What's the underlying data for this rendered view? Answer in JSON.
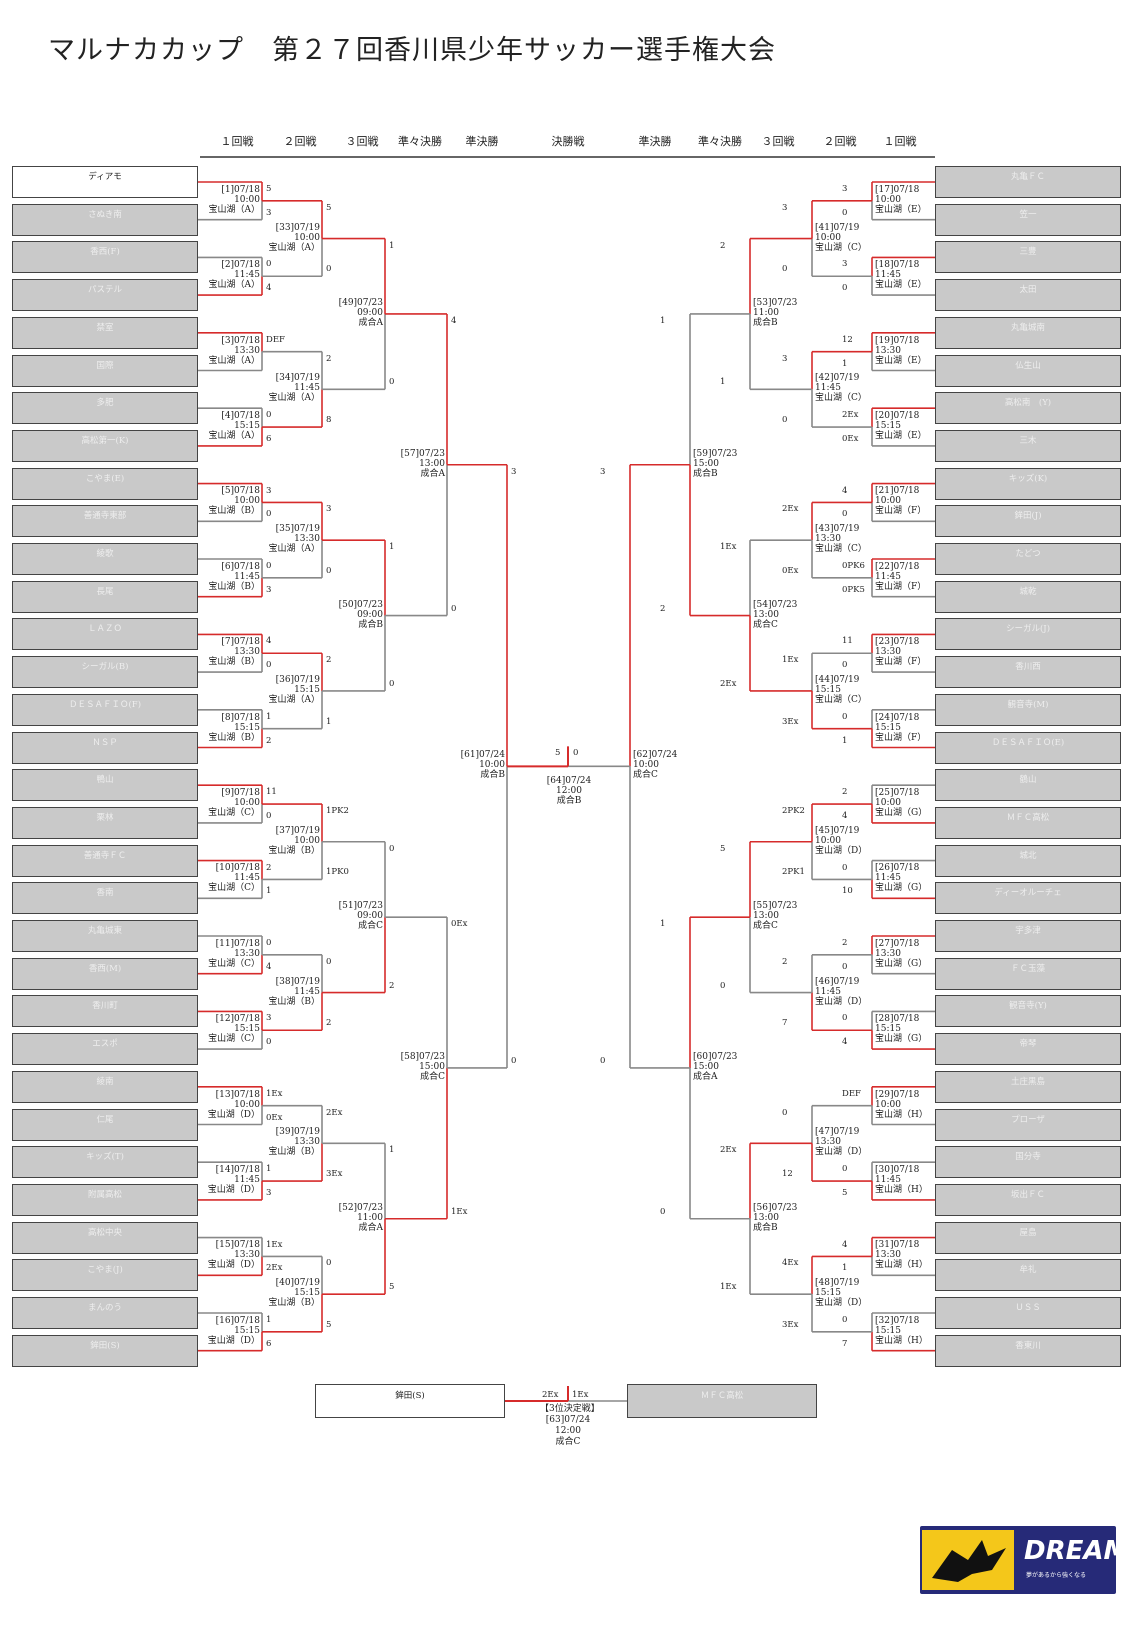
{
  "title": "マルナカカップ　第２７回香川県少年サッカー選手権大会",
  "rounds_left": [
    "１回戦",
    "２回戦",
    "３回戦",
    "準々決勝",
    "準決勝"
  ],
  "round_final": "決勝戦",
  "rounds_right": [
    "準決勝",
    "準々決勝",
    "３回戦",
    "２回戦",
    "１回戦"
  ],
  "teams_left": [
    {
      "name": "ディアモ",
      "win": true
    },
    {
      "name": "さぬき南",
      "win": false
    },
    {
      "name": "香西(F)",
      "win": false
    },
    {
      "name": "パステル",
      "win": false
    },
    {
      "name": "禁室",
      "win": false
    },
    {
      "name": "国際",
      "win": false
    },
    {
      "name": "多肥",
      "win": false
    },
    {
      "name": "高松第一(K)",
      "win": false
    },
    {
      "name": "こやま(E)",
      "win": false
    },
    {
      "name": "善通寺東部",
      "win": false
    },
    {
      "name": "綾歌",
      "win": false
    },
    {
      "name": "長尾",
      "win": false
    },
    {
      "name": "ＬＡＺＯ",
      "win": false
    },
    {
      "name": "シーガル(B)",
      "win": false
    },
    {
      "name": "ＤＥＳＡＦＩＯ(F)",
      "win": false
    },
    {
      "name": "ＮＳＰ",
      "win": false
    },
    {
      "name": "鴨山",
      "win": false
    },
    {
      "name": "栗林",
      "win": false
    },
    {
      "name": "善通寺ＦＣ",
      "win": false
    },
    {
      "name": "香南",
      "win": false
    },
    {
      "name": "丸亀城東",
      "win": false
    },
    {
      "name": "香西(M)",
      "win": false
    },
    {
      "name": "香川町",
      "win": false
    },
    {
      "name": "エスポ",
      "win": false
    },
    {
      "name": "綾南",
      "win": false
    },
    {
      "name": "仁尾",
      "win": false
    },
    {
      "name": "キッズ(T)",
      "win": false
    },
    {
      "name": "附属高松",
      "win": false
    },
    {
      "name": "高松中央",
      "win": false
    },
    {
      "name": "こやま(J)",
      "win": false
    },
    {
      "name": "まんのう",
      "win": false
    },
    {
      "name": "鉾田(S)",
      "win": false
    }
  ],
  "teams_right": [
    {
      "name": "丸亀ＦＣ",
      "win": false
    },
    {
      "name": "笠一",
      "win": false
    },
    {
      "name": "三豊",
      "win": false
    },
    {
      "name": "太田",
      "win": false
    },
    {
      "name": "丸亀城南",
      "win": false
    },
    {
      "name": "仏生山",
      "win": false
    },
    {
      "name": "高松南　(Y)",
      "win": false
    },
    {
      "name": "三木",
      "win": false
    },
    {
      "name": "キッズ(K)",
      "win": false
    },
    {
      "name": "鉾田(J)",
      "win": false
    },
    {
      "name": "たどつ",
      "win": false
    },
    {
      "name": "城乾",
      "win": false
    },
    {
      "name": "シーガル(J)",
      "win": false
    },
    {
      "name": "香川西",
      "win": false
    },
    {
      "name": "観音寺(M)",
      "win": false
    },
    {
      "name": "ＤＥＳＡＦＩＯ(E)",
      "win": false
    },
    {
      "name": "鶴山",
      "win": false
    },
    {
      "name": "ＭＦＣ高松",
      "win": false
    },
    {
      "name": "城北",
      "win": false
    },
    {
      "name": "ディーオルーチェ",
      "win": false
    },
    {
      "name": "宇多津",
      "win": false
    },
    {
      "name": "ＦＣ玉藻",
      "win": false
    },
    {
      "name": "観音寺(Y)",
      "win": false
    },
    {
      "name": "帝琴",
      "win": false
    },
    {
      "name": "土庄黒島",
      "win": false
    },
    {
      "name": "プローザ",
      "win": false
    },
    {
      "name": "国分寺",
      "win": false
    },
    {
      "name": "坂出ＦＣ",
      "win": false
    },
    {
      "name": "屋島",
      "win": false
    },
    {
      "name": "牟礼",
      "win": false
    },
    {
      "name": "ＵＳＳ",
      "win": false
    },
    {
      "name": "香東川",
      "win": false
    }
  ],
  "r1_left": [
    {
      "label": "[1]07/18\n10:00\n宝山湖（A）",
      "s1": "5",
      "s2": "3"
    },
    {
      "label": "[2]07/18\n11:45\n宝山湖（A）",
      "s1": "0",
      "s2": "4"
    },
    {
      "label": "[3]07/18\n13:30\n宝山湖（A）",
      "s1": "DEF",
      "s2": ""
    },
    {
      "label": "[4]07/18\n15:15\n宝山湖（A）",
      "s1": "0",
      "s2": "6"
    },
    {
      "label": "[5]07/18\n10:00\n宝山湖（B）",
      "s1": "3",
      "s2": "0"
    },
    {
      "label": "[6]07/18\n11:45\n宝山湖（B）",
      "s1": "0",
      "s2": "3"
    },
    {
      "label": "[7]07/18\n13:30\n宝山湖（B）",
      "s1": "4",
      "s2": "0"
    },
    {
      "label": "[8]07/18\n15:15\n宝山湖（B）",
      "s1": "1",
      "s2": "2"
    },
    {
      "label": "[9]07/18\n10:00\n宝山湖（C）",
      "s1": "11",
      "s2": "0"
    },
    {
      "label": "[10]07/18\n11:45\n宝山湖（C）",
      "s1": "2",
      "s2": "1"
    },
    {
      "label": "[11]07/18\n13:30\n宝山湖（C）",
      "s1": "0",
      "s2": "4"
    },
    {
      "label": "[12]07/18\n15:15\n宝山湖（C）",
      "s1": "3",
      "s2": "0"
    },
    {
      "label": "[13]07/18\n10:00\n宝山湖（D）",
      "s1": "1Ex",
      "s2": "0Ex"
    },
    {
      "label": "[14]07/18\n11:45\n宝山湖（D）",
      "s1": "1",
      "s2": "3"
    },
    {
      "label": "[15]07/18\n13:30\n宝山湖（D）",
      "s1": "1Ex",
      "s2": "2Ex"
    },
    {
      "label": "[16]07/18\n15:15\n宝山湖（D）",
      "s1": "1",
      "s2": "6"
    }
  ],
  "r2_left": [
    {
      "label": "[33]07/19\n10:00\n宝山湖（A）",
      "s1": "5",
      "s2": "0"
    },
    {
      "label": "[34]07/19\n11:45\n宝山湖（A）",
      "s1": "2",
      "s2": "8"
    },
    {
      "label": "[35]07/19\n13:30\n宝山湖（A）",
      "s1": "3",
      "s2": "0"
    },
    {
      "label": "[36]07/19\n15:15\n宝山湖（A）",
      "s1": "2",
      "s2": "1"
    },
    {
      "label": "[37]07/19\n10:00\n宝山湖（B）",
      "s1": "1PK2",
      "s2": "1PK0"
    },
    {
      "label": "[38]07/19\n11:45\n宝山湖（B）",
      "s1": "0",
      "s2": "2"
    },
    {
      "label": "[39]07/19\n13:30\n宝山湖（B）",
      "s1": "2Ex",
      "s2": "3Ex"
    },
    {
      "label": "[40]07/19\n15:15\n宝山湖（B）",
      "s1": "0",
      "s2": "5"
    }
  ],
  "r3_left": [
    {
      "label": "[49]07/23\n09:00\n成合A",
      "s1": "1",
      "s2": "0"
    },
    {
      "label": "[50]07/23\n09:00\n成合B",
      "s1": "1",
      "s2": "0"
    },
    {
      "label": "[51]07/23\n09:00\n成合C",
      "s1": "0",
      "s2": "2"
    },
    {
      "label": "[52]07/23\n11:00\n成合A",
      "s1": "1",
      "s2": "5"
    }
  ],
  "qf_left": [
    {
      "label": "[57]07/23\n13:00\n成合A",
      "s1": "4",
      "s2": "0"
    },
    {
      "label": "[58]07/23\n15:00\n成合C",
      "s1": "0Ex",
      "s2": "1Ex"
    }
  ],
  "sf_left": {
    "label": "[61]07/24\n10:00\n成合B",
    "s1": "3",
    "s2": "0"
  },
  "final": {
    "label": "[64]07/24\n12:00\n成合B",
    "s1": "5",
    "s2": "0"
  },
  "sf_right": {
    "label": "[62]07/24\n10:00\n成合C",
    "s1": "3",
    "s2": "0"
  },
  "qf_right": [
    {
      "label": "[59]07/23\n15:00\n成合B",
      "s1": "1",
      "s2": "2"
    },
    {
      "label": "[60]07/23\n15:00\n成合A",
      "s1": "1",
      "s2": "0"
    }
  ],
  "r3_right": [
    {
      "label": "[53]07/23\n11:00\n成合B",
      "s1": "2",
      "s2": "1"
    },
    {
      "label": "[54]07/23\n13:00\n成合C",
      "s1": "1Ex",
      "s2": "2Ex"
    },
    {
      "label": "[55]07/23\n13:00\n成合C",
      "s1": "5",
      "s2": "0"
    },
    {
      "label": "[56]07/23\n13:00\n成合B",
      "s1": "2Ex",
      "s2": "1Ex"
    }
  ],
  "r2_right": [
    {
      "label": "[41]07/19\n10:00\n宝山湖（C）",
      "s1": "3",
      "s2": "0"
    },
    {
      "label": "[42]07/19\n11:45\n宝山湖（C）",
      "s1": "3",
      "s2": "0"
    },
    {
      "label": "[43]07/19\n13:30\n宝山湖（C）",
      "s1": "2Ex",
      "s2": "0Ex"
    },
    {
      "label": "[44]07/19\n15:15\n宝山湖（C）",
      "s1": "1Ex",
      "s2": "3Ex"
    },
    {
      "label": "[45]07/19\n10:00\n宝山湖（D）",
      "s1": "2PK2",
      "s2": "2PK1"
    },
    {
      "label": "[46]07/19\n11:45\n宝山湖（D）",
      "s1": "2",
      "s2": "7"
    },
    {
      "label": "[47]07/19\n13:30\n宝山湖（D）",
      "s1": "0",
      "s2": "12"
    },
    {
      "label": "[48]07/19\n15:15\n宝山湖（D）",
      "s1": "4Ex",
      "s2": "3Ex"
    }
  ],
  "r1_right": [
    {
      "label": "[17]07/18\n10:00\n宝山湖（E）",
      "s1": "3",
      "s2": "0"
    },
    {
      "label": "[18]07/18\n11:45\n宝山湖（E）",
      "s1": "3",
      "s2": "0"
    },
    {
      "label": "[19]07/18\n13:30\n宝山湖（E）",
      "s1": "12",
      "s2": "1"
    },
    {
      "label": "[20]07/18\n15:15\n宝山湖（E）",
      "s1": "2Ex",
      "s2": "0Ex"
    },
    {
      "label": "[21]07/18\n10:00\n宝山湖（F）",
      "s1": "4",
      "s2": "0"
    },
    {
      "label": "[22]07/18\n11:45\n宝山湖（F）",
      "s1": "0PK6",
      "s2": "0PK5"
    },
    {
      "label": "[23]07/18\n13:30\n宝山湖（F）",
      "s1": "11",
      "s2": "0"
    },
    {
      "label": "[24]07/18\n15:15\n宝山湖（F）",
      "s1": "0",
      "s2": "1"
    },
    {
      "label": "[25]07/18\n10:00\n宝山湖（G）",
      "s1": "2",
      "s2": "4"
    },
    {
      "label": "[26]07/18\n11:45\n宝山湖（G）",
      "s1": "0",
      "s2": "10"
    },
    {
      "label": "[27]07/18\n13:30\n宝山湖（G）",
      "s1": "2",
      "s2": "0"
    },
    {
      "label": "[28]07/18\n15:15\n宝山湖（G）",
      "s1": "0",
      "s2": "4"
    },
    {
      "label": "[29]07/18\n10:00\n宝山湖（H）",
      "s1": "DEF",
      "s2": ""
    },
    {
      "label": "[30]07/18\n11:45\n宝山湖（H）",
      "s1": "0",
      "s2": "5"
    },
    {
      "label": "[31]07/18\n13:30\n宝山湖（H）",
      "s1": "4",
      "s2": "1"
    },
    {
      "label": "[32]07/18\n15:15\n宝山湖（H）",
      "s1": "0",
      "s2": "7"
    }
  ],
  "third_place": {
    "left_team": "鉾田(S)",
    "right_team": "ＭＦＣ高松",
    "s1": "2Ex",
    "s2": "1Ex",
    "label": "【3位決定戦】\n[63]07/24\n12:00\n成合C"
  },
  "logo": {
    "word": "DREAM",
    "tag": "夢があるから強くなる",
    "brand_color": "#262a78",
    "accent_color": "#f4c71a"
  },
  "colors": {
    "line_win": "#d62b2b",
    "line_lose": "#888888",
    "lose_team_bg": "#c9c9c9"
  }
}
